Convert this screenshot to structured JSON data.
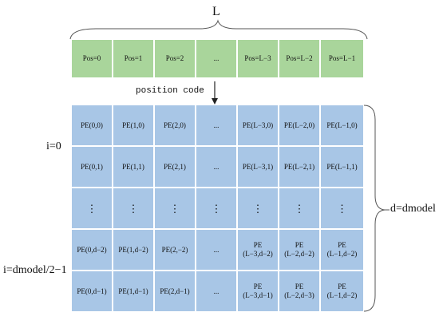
{
  "top_label": "L",
  "positions": [
    "Pos=0",
    "Pos=1",
    "Pos=2",
    "...",
    "Pos=L−3",
    "Pos=L−2",
    "Pos=L−1"
  ],
  "arrow_label": "position code",
  "rows": [
    [
      "PE(0,0)",
      "PE(1,0)",
      "PE(2,0)",
      "...",
      "PE(L−3,0)",
      "PE(L−2,0)",
      "PE(L−1,0)"
    ],
    [
      "PE(0,1)",
      "PE(1,1)",
      "PE(2,1)",
      "...",
      "PE(L−3,1)",
      "PE(L−2,1)",
      "PE(L−1,1)"
    ],
    [
      "⋮",
      "⋮",
      "⋮",
      "⋮",
      "⋮",
      "⋮",
      "⋮"
    ],
    [
      "PE(0,d−2)",
      "PE(1,d−2)",
      "PE(2,−2)",
      "...",
      "PE\n(L−3,d−2)",
      "PE\n(L−2,d−2)",
      "PE\n(L−1,d−2)"
    ],
    [
      "PE(0,d−1)",
      "PE(1,d−1)",
      "PE(2,d−1)",
      "...",
      "PE\n(L−3,d−1)",
      "PE\n(L−2,d−3)",
      "PE\n(L−1,d−2)"
    ]
  ],
  "left_label_top": "i=0",
  "left_label_bottom": "i=dmodel/2−1",
  "right_label": "d=dmodel",
  "colors": {
    "green": "#a9d59b",
    "blue": "#a8c6e6"
  }
}
